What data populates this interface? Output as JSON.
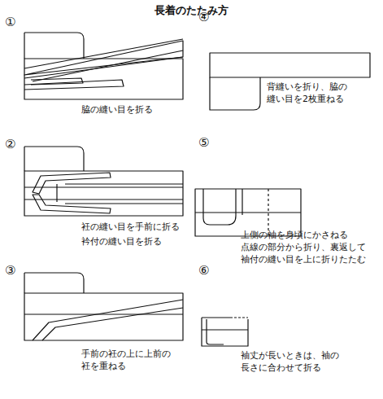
{
  "diagram": {
    "title": "長着のたたみ方",
    "labels": [
      "①",
      "脇の縫い目を折る",
      "②",
      "衽の縫い目を手前に折る",
      "衿付の縫い目を折る",
      "③",
      "手前の衽の上に上前の 衽を重ねる",
      "④",
      "背縫いを折り、脇の 縫い目を2枚重ねる",
      "⑤",
      "上側の袖を身頃にかさねる 点線の部分から折り、裏返して 袖付の縫い目を上に折りたたむ",
      "⑥",
      "袖丈が長いときは、袖の 長さに合わせて折る"
    ]
  }
}
